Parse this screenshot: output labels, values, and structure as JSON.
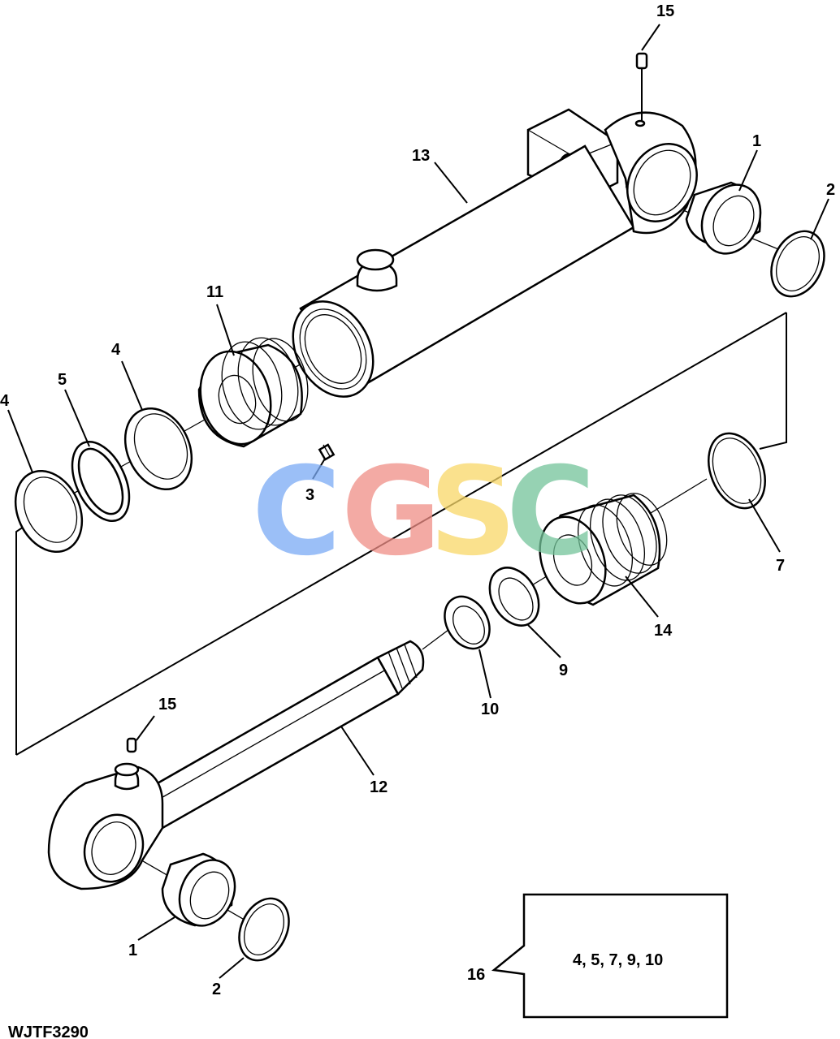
{
  "figure_code": "WJTF3290",
  "kit_box": {
    "callout": "16",
    "contents": "4, 5, 7, 9, 10"
  },
  "watermark": {
    "letters": [
      "C",
      "G",
      "S",
      "C"
    ],
    "colors": [
      "#7aaaf5",
      "#f08e86",
      "#f9d868",
      "#73c49a"
    ]
  },
  "callouts": {
    "p15_top": "15",
    "p13": "13",
    "p1_top": "1",
    "p2_top": "2",
    "p11": "11",
    "p4_mid": "4",
    "p5": "5",
    "p4_left": "4",
    "p3": "3",
    "p7": "7",
    "p14": "14",
    "p9": "9",
    "p10": "10",
    "p15_bottom": "15",
    "p12": "12",
    "p1_bottom": "1",
    "p2_bottom": "2"
  }
}
